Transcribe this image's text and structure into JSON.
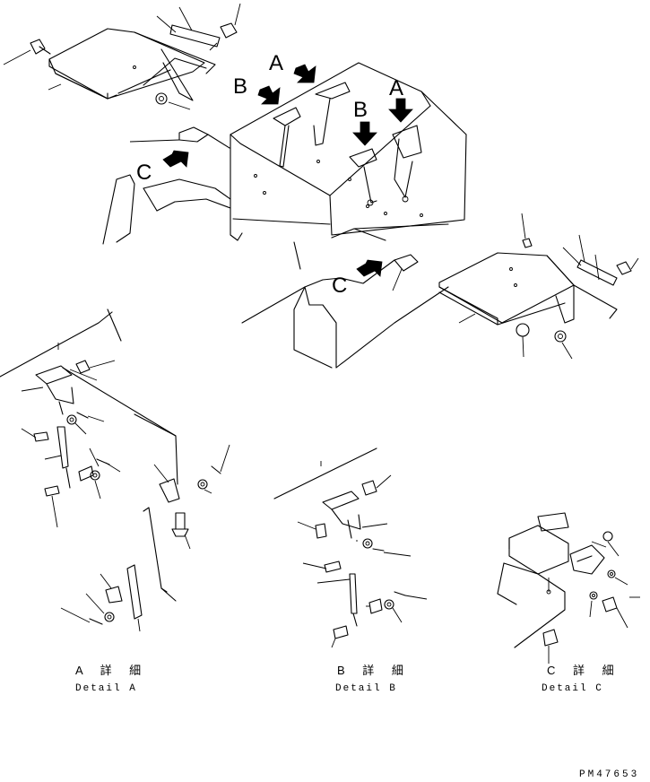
{
  "callouts": {
    "a_top": "A",
    "a_right": "A",
    "b_left": "B",
    "b_mid": "B",
    "c_left": "C",
    "c_right": "C"
  },
  "details": {
    "a_title": "A 詳 細",
    "a_sub": "Detail A",
    "b_title": "B 詳 細",
    "b_sub": "Detail B",
    "c_title": "C 詳 細",
    "c_sub": "Detail C"
  },
  "drawing_number": "PM47653"
}
